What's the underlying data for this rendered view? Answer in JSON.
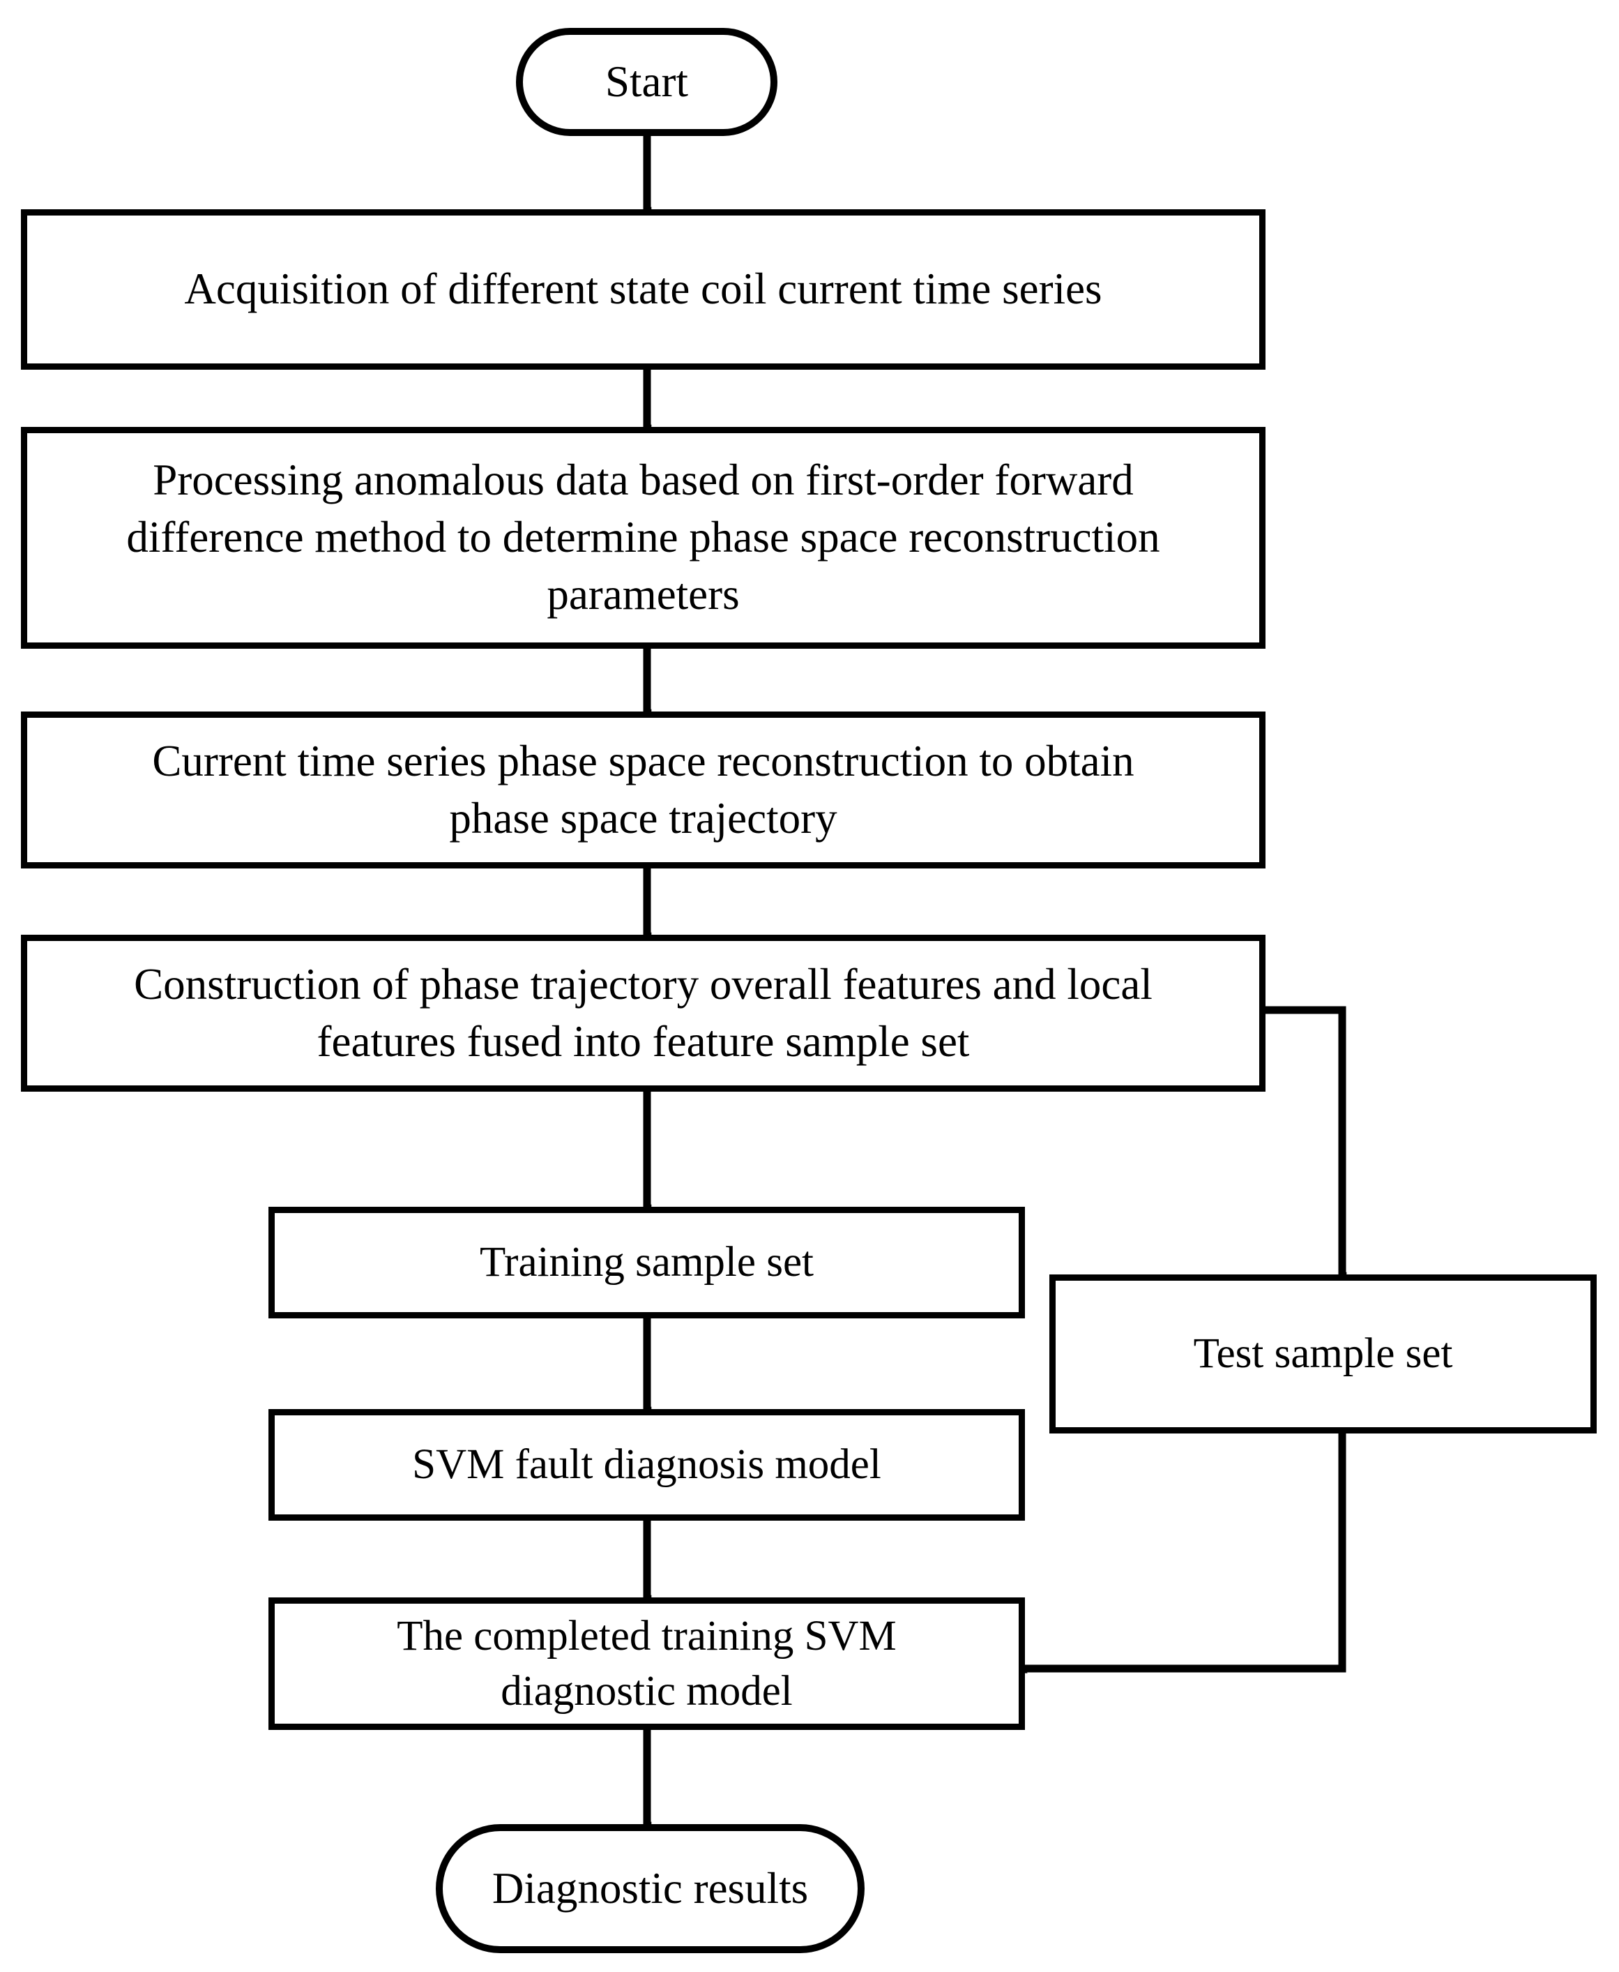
{
  "diagram": {
    "title": "SVM fault diagnosis flowchart",
    "type": "flowchart",
    "orientation": "top-to-bottom",
    "background_color": "#ffffff",
    "line_color": "#000000",
    "text_color": "#000000"
  },
  "nodes": {
    "start": {
      "label": "Start",
      "shape": "terminator"
    },
    "acquisition": {
      "label": "Acquisition of different state coil current time series",
      "shape": "process"
    },
    "processing": {
      "label": "Processing anomalous data based on first-order forward\ndifference method to determine phase space reconstruction\nparameters",
      "shape": "process"
    },
    "reconstruction": {
      "label": "Current time series phase space reconstruction to obtain\nphase space trajectory",
      "shape": "process"
    },
    "construction": {
      "label": "Construction of phase trajectory overall features and local\nfeatures fused into feature sample set",
      "shape": "process"
    },
    "training_set": {
      "label": "Training sample set",
      "shape": "process"
    },
    "svm_model": {
      "label": "SVM fault diagnosis model",
      "shape": "process"
    },
    "trained_model": {
      "label": "The completed training SVM\ndiagnostic model",
      "shape": "process"
    },
    "test_set": {
      "label": "Test sample set",
      "shape": "process"
    },
    "results": {
      "label": "Diagnostic results",
      "shape": "terminator"
    }
  },
  "edges": [
    {
      "from": "start",
      "to": "acquisition",
      "kind": "straight-down"
    },
    {
      "from": "acquisition",
      "to": "processing",
      "kind": "straight-down"
    },
    {
      "from": "processing",
      "to": "reconstruction",
      "kind": "straight-down"
    },
    {
      "from": "reconstruction",
      "to": "construction",
      "kind": "straight-down"
    },
    {
      "from": "construction",
      "to": "training_set",
      "kind": "straight-down"
    },
    {
      "from": "construction",
      "to": "test_set",
      "kind": "right-then-down"
    },
    {
      "from": "training_set",
      "to": "svm_model",
      "kind": "straight-down"
    },
    {
      "from": "svm_model",
      "to": "trained_model",
      "kind": "straight-down"
    },
    {
      "from": "test_set",
      "to": "trained_model",
      "kind": "down-then-left"
    },
    {
      "from": "trained_model",
      "to": "results",
      "kind": "straight-down"
    }
  ]
}
